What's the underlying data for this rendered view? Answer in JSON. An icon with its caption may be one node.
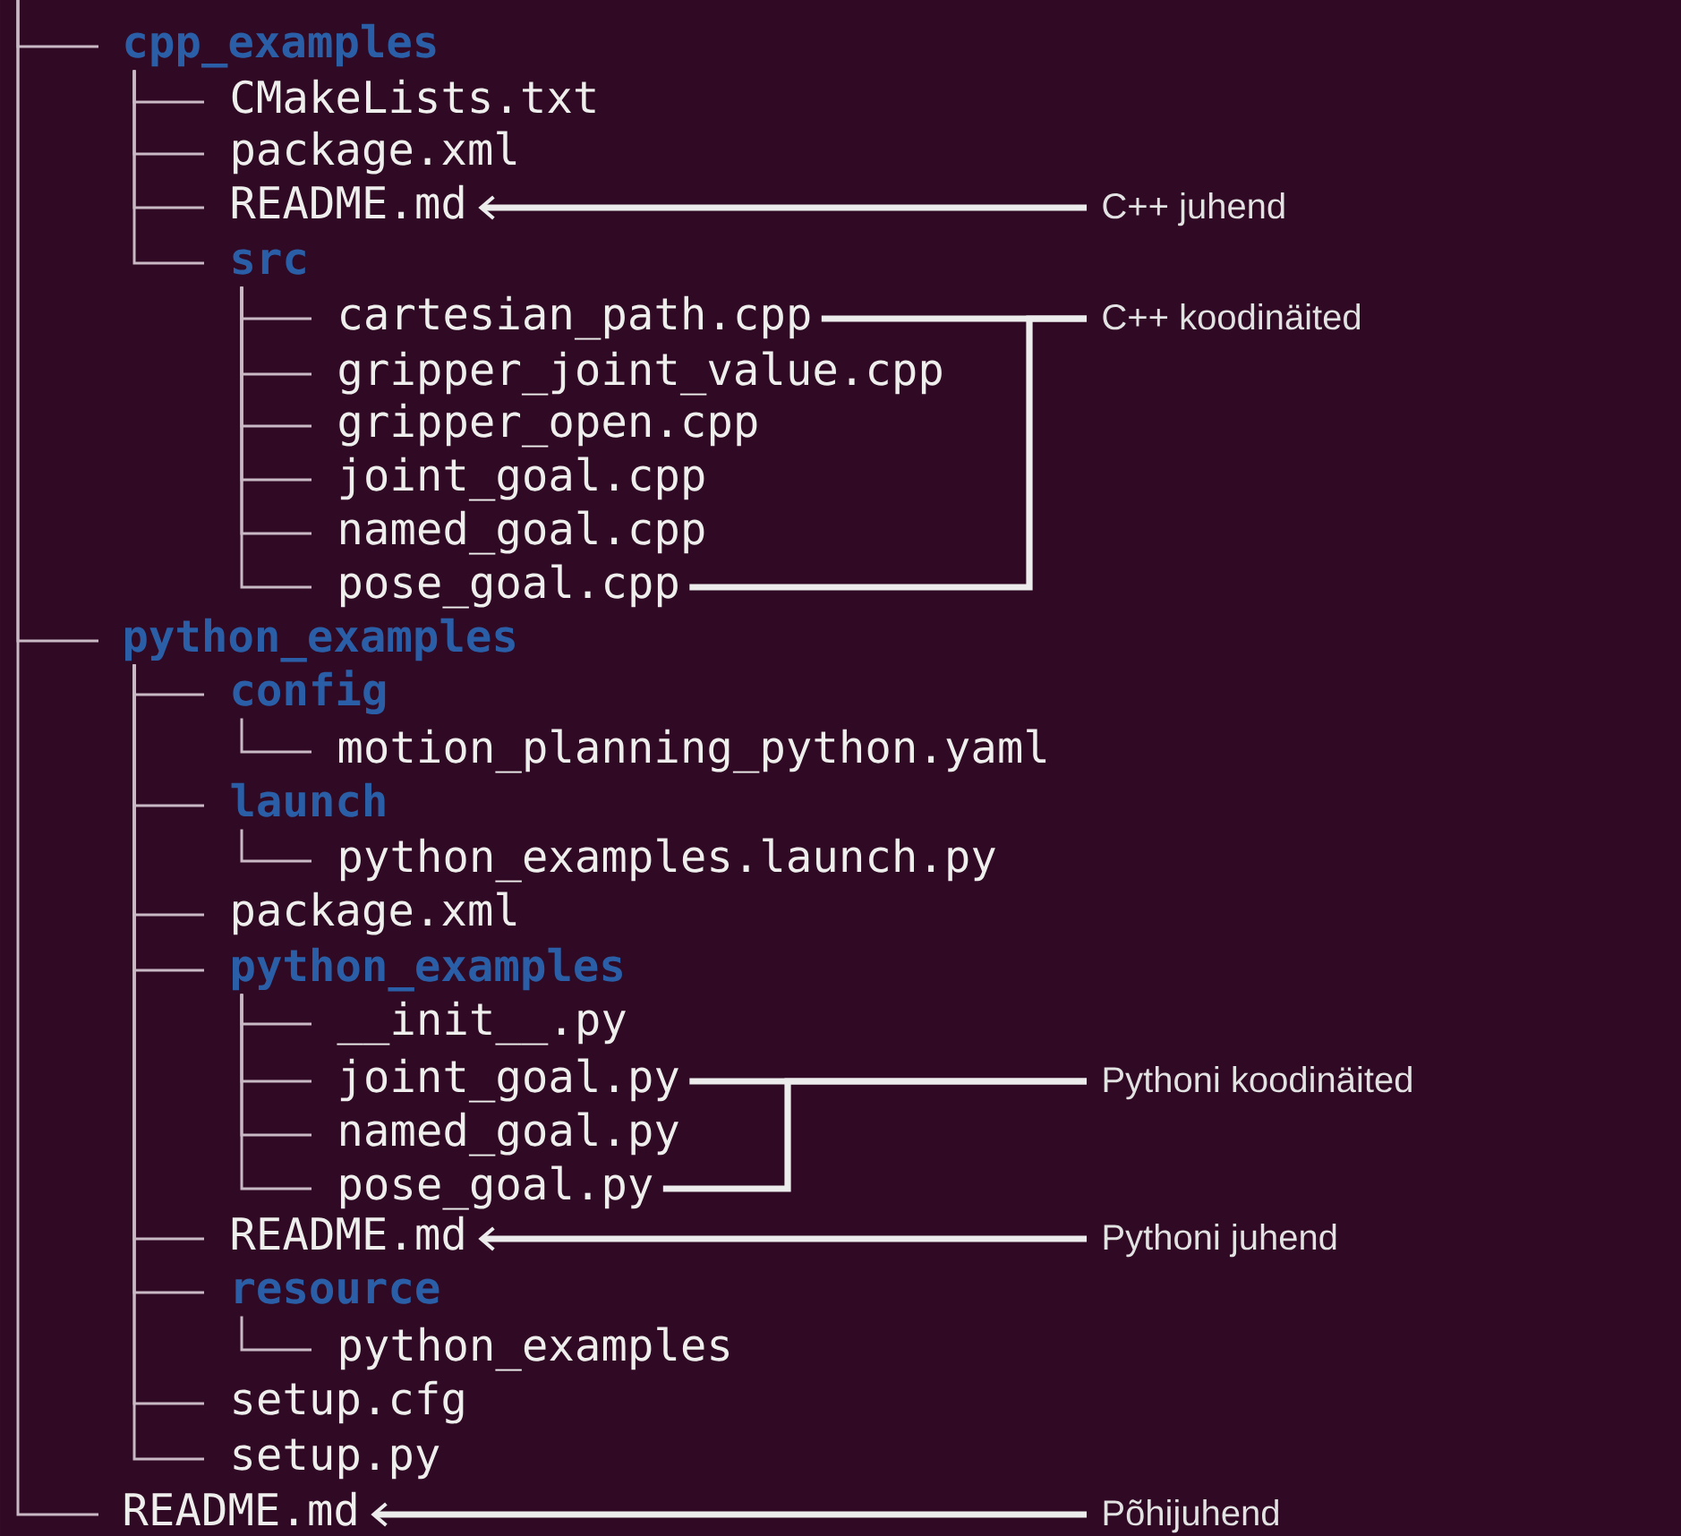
{
  "diagram": {
    "nodes": [
      {
        "text": [
          "cpp_examples"
        ]
      },
      {
        "text": [
          "CMakeLists.txt"
        ]
      },
      {
        "text": [
          "package.xml"
        ]
      },
      {
        "text": [
          "README.md"
        ]
      },
      {
        "text": [
          "C++ juhend"
        ]
      },
      {
        "text": [
          "src"
        ]
      },
      {
        "text": [
          "cartesian_path.cpp"
        ]
      },
      {
        "text": [
          "C++ koodinäited"
        ]
      },
      {
        "text": [
          "gripper_joint_value.cpp"
        ]
      },
      {
        "text": [
          "gripper_open.cpp"
        ]
      },
      {
        "text": [
          "joint_goal.cpp"
        ]
      },
      {
        "text": [
          "named_goal.cpp"
        ]
      },
      {
        "text": [
          "pose_goal.cpp"
        ]
      },
      {
        "text": [
          "python_examples"
        ]
      },
      {
        "text": [
          "config"
        ]
      },
      {
        "text": [
          "motion_planning_python.yaml"
        ]
      },
      {
        "text": [
          "launch"
        ]
      },
      {
        "text": [
          "python_examples.launch.py"
        ]
      },
      {
        "text": [
          "package.xml"
        ]
      },
      {
        "text": [
          "python_examples"
        ]
      },
      {
        "text": [
          "__init__.py"
        ]
      },
      {
        "text": [
          "joint_goal.py"
        ]
      },
      {
        "text": [
          "Pythoni koodinäited"
        ]
      },
      {
        "text": [
          "named_goal.py"
        ]
      },
      {
        "text": [
          "pose_goal.py"
        ]
      },
      {
        "text": [
          "README.md"
        ]
      },
      {
        "text": [
          "Pythoni juhend"
        ]
      },
      {
        "text": [
          "resource"
        ]
      },
      {
        "text": [
          "python_examples"
        ]
      },
      {
        "text": [
          "setup.cfg"
        ]
      },
      {
        "text": [
          "setup.py"
        ]
      },
      {
        "text": [
          "README.md"
        ]
      },
      {
        "text": [
          "Põhijuhend"
        ]
      }
    ],
    "edges": [
      {
        "from": null,
        "to": 0,
        "arrow": "none"
      },
      {
        "from": 0,
        "to": 1,
        "arrow": "none"
      },
      {
        "from": 0,
        "to": 2,
        "arrow": "none"
      },
      {
        "from": 0,
        "to": 3,
        "arrow": "none"
      },
      {
        "from": 0,
        "to": 5,
        "arrow": "none"
      },
      {
        "from": 5,
        "to": 6,
        "arrow": "none"
      },
      {
        "from": 5,
        "to": 8,
        "arrow": "none"
      },
      {
        "from": 5,
        "to": 9,
        "arrow": "none"
      },
      {
        "from": 5,
        "to": 10,
        "arrow": "none"
      },
      {
        "from": 5,
        "to": 11,
        "arrow": "none"
      },
      {
        "from": 5,
        "to": 12,
        "arrow": "none"
      },
      {
        "from": null,
        "to": 13,
        "arrow": "none"
      },
      {
        "from": 13,
        "to": 14,
        "arrow": "none"
      },
      {
        "from": 14,
        "to": 15,
        "arrow": "none"
      },
      {
        "from": 13,
        "to": 16,
        "arrow": "none"
      },
      {
        "from": 16,
        "to": 17,
        "arrow": "none"
      },
      {
        "from": 13,
        "to": 18,
        "arrow": "none"
      },
      {
        "from": 13,
        "to": 19,
        "arrow": "none"
      },
      {
        "from": 19,
        "to": 20,
        "arrow": "none"
      },
      {
        "from": 19,
        "to": 21,
        "arrow": "none"
      },
      {
        "from": 19,
        "to": 23,
        "arrow": "none"
      },
      {
        "from": 19,
        "to": 24,
        "arrow": "none"
      },
      {
        "from": 13,
        "to": 25,
        "arrow": "none"
      },
      {
        "from": 13,
        "to": 27,
        "arrow": "none"
      },
      {
        "from": 27,
        "to": 28,
        "arrow": "none"
      },
      {
        "from": 13,
        "to": 29,
        "arrow": "none"
      },
      {
        "from": 13,
        "to": 30,
        "arrow": "none"
      },
      {
        "from": null,
        "to": 31,
        "arrow": "none"
      },
      {
        "from": 4,
        "to": 3,
        "arrow": "to",
        "style": "thick",
        "color": "#ececec"
      },
      {
        "from": 7,
        "to": 6,
        "arrow": "none",
        "style": "thick",
        "color": "#ececec"
      },
      {
        "from": 7,
        "to": 12,
        "arrow": "none",
        "style": "thick",
        "color": "#ececec"
      },
      {
        "from": 22,
        "to": 21,
        "arrow": "none",
        "style": "thick",
        "color": "#ececec"
      },
      {
        "from": 22,
        "to": 24,
        "arrow": "none",
        "style": "thick",
        "color": "#ececec"
      },
      {
        "from": 26,
        "to": 25,
        "arrow": "to",
        "style": "thick",
        "color": "#ececec"
      },
      {
        "from": 32,
        "to": 31,
        "arrow": "to",
        "style": "thick",
        "color": "#ececec"
      }
    ]
  }
}
